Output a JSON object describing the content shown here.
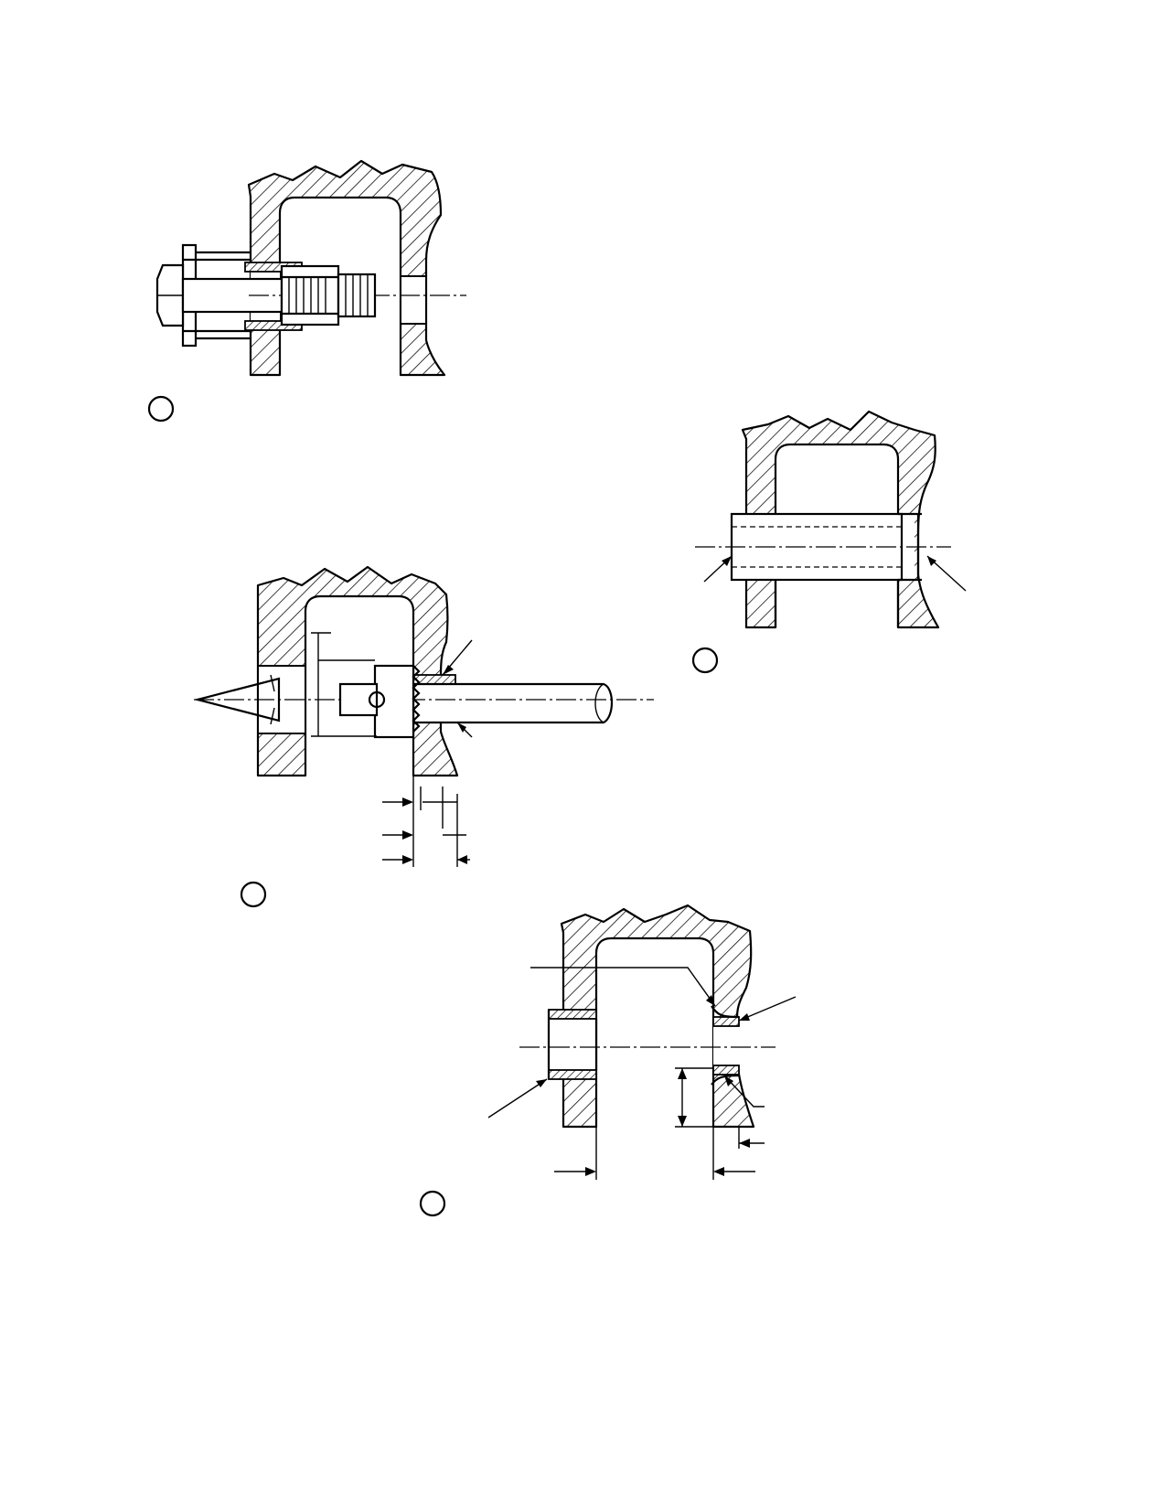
{
  "figure": {
    "views": [
      {
        "id": "view-1",
        "marker_icon": "circle-callout-icon"
      },
      {
        "id": "view-2",
        "marker_icon": "circle-callout-icon"
      },
      {
        "id": "view-3",
        "marker_icon": "circle-callout-icon"
      },
      {
        "id": "view-4",
        "marker_icon": "circle-callout-icon"
      }
    ],
    "colors": {
      "ink": "#000000",
      "paper": "#ffffff"
    }
  }
}
